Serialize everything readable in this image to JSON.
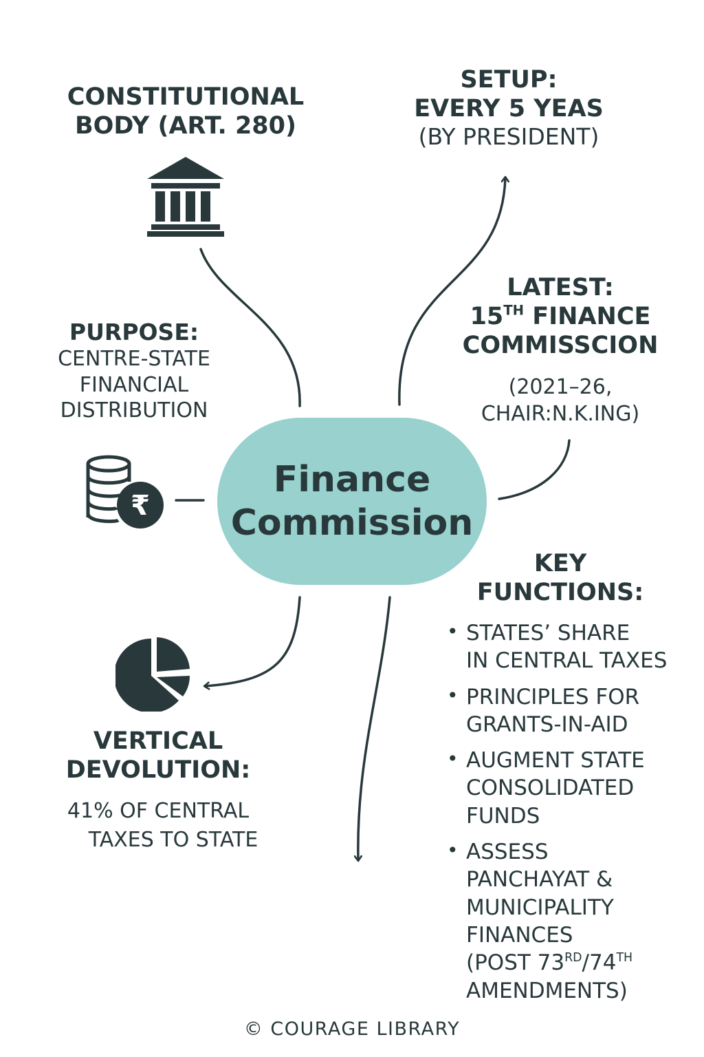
{
  "center": {
    "line1": "Finance",
    "line2": "Commission"
  },
  "constitutional": {
    "line1": "CONSTITUTIONAL",
    "line2": "BODY (ART. 280)",
    "icon": "bank-building-icon"
  },
  "setup": {
    "title": "SETUP:",
    "line1": "EVERY 5 YEAS",
    "line2": "(BY PRESIDENT)"
  },
  "purpose": {
    "title": "PURPOSE:",
    "line1": "CENTRE-STATE",
    "line2": "FINANCIAL",
    "line3": "DISTRIBUTION",
    "icon": "coins-rupee-icon"
  },
  "latest": {
    "title": "LATEST:",
    "line1_num": "15",
    "line1_sup": "TH",
    "line1_rest": " FINANCE",
    "line2": "COMMISSCION",
    "line3": "(2021–26,",
    "line4": "CHAIR:N.K.ING)"
  },
  "vertical": {
    "line1": "VERTICAL",
    "line2": "DEVOLUTION:",
    "line3": "41% OF CENTRAL",
    "line4": "TAXES TO STATE",
    "icon": "pie-chart-icon"
  },
  "key_functions": {
    "title1": "KEY",
    "title2": "FUNCTIONS:",
    "items": [
      {
        "line1": "STATES’ SHARE",
        "line2": "IN CENTRAL TAXES"
      },
      {
        "line1": "PRINCIPLES FOR",
        "line2": "GRANTS-IN-AID"
      },
      {
        "line1": "AUGMENT STATE",
        "line2": "CONSOLIDATED",
        "line3": "FUNDS"
      },
      {
        "line1": "ASSESS",
        "line2": "PANCHAYAT &",
        "line3": "MUNICIPALITY",
        "line4": "FINANCES",
        "line5_a": "(POST 73",
        "line5_sup1": "RD",
        "line5_b": "/74",
        "line5_sup2": "TH",
        "line6": "AMENDMENTS)"
      }
    ]
  },
  "footer": {
    "text": "© COURAGE LIBRARY"
  },
  "colors": {
    "ink": "#28383b",
    "accent": "#98d1cd",
    "background": "#ffffff"
  }
}
